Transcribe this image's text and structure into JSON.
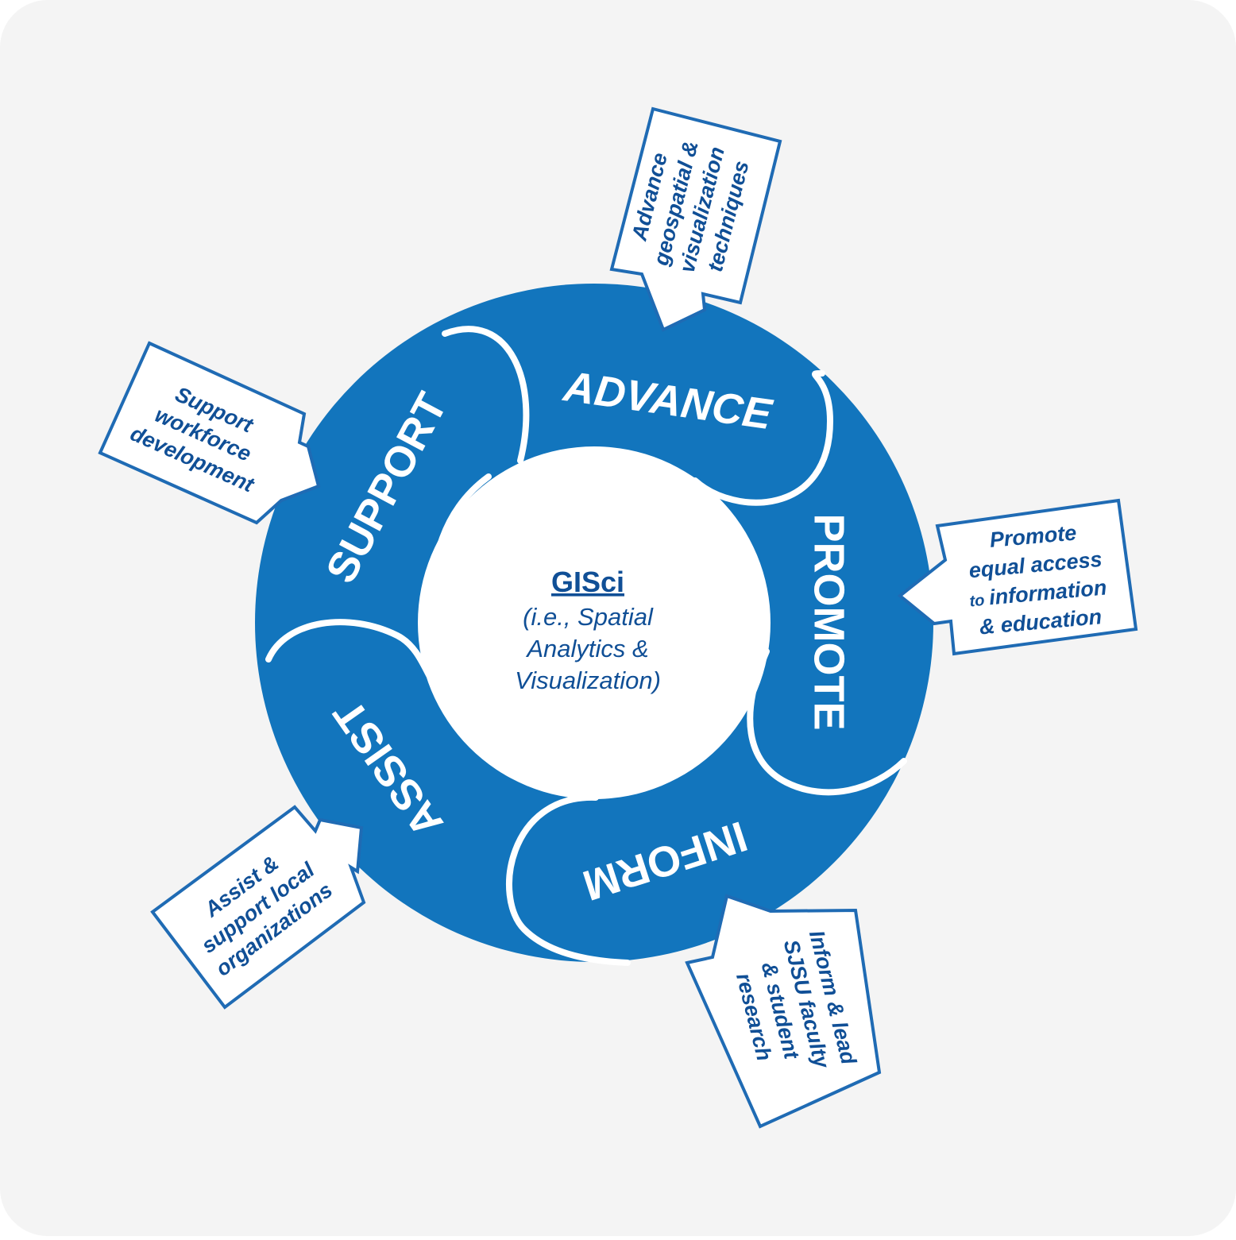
{
  "colors": {
    "ring_blue": "#1275bd",
    "text_blue": "#104f96",
    "background": "#f4f4f4",
    "white": "#ffffff"
  },
  "center": {
    "title": "GISci",
    "line1": "(i.e., Spatial",
    "line2": "Analytics &",
    "line3": "Visualization)"
  },
  "segments": {
    "advance": "ADVANCE",
    "promote": "PROMOTE",
    "inform": "INFORM",
    "assist": "ASSIST",
    "support": "SUPPORT"
  },
  "callouts": {
    "advance": [
      "Advance",
      "geospatial &",
      "visualization",
      "techniques"
    ],
    "promote": {
      "line1": "Promote",
      "line2": "equal access",
      "line3_small": "to",
      "line3_main": "information",
      "line4": "& education"
    },
    "inform": [
      "Inform & lead",
      "SJSU faculty",
      "& student",
      "research"
    ],
    "assist": [
      "Assist &",
      "support local",
      "organizations"
    ],
    "support": [
      "Support",
      "workforce",
      "development"
    ]
  }
}
